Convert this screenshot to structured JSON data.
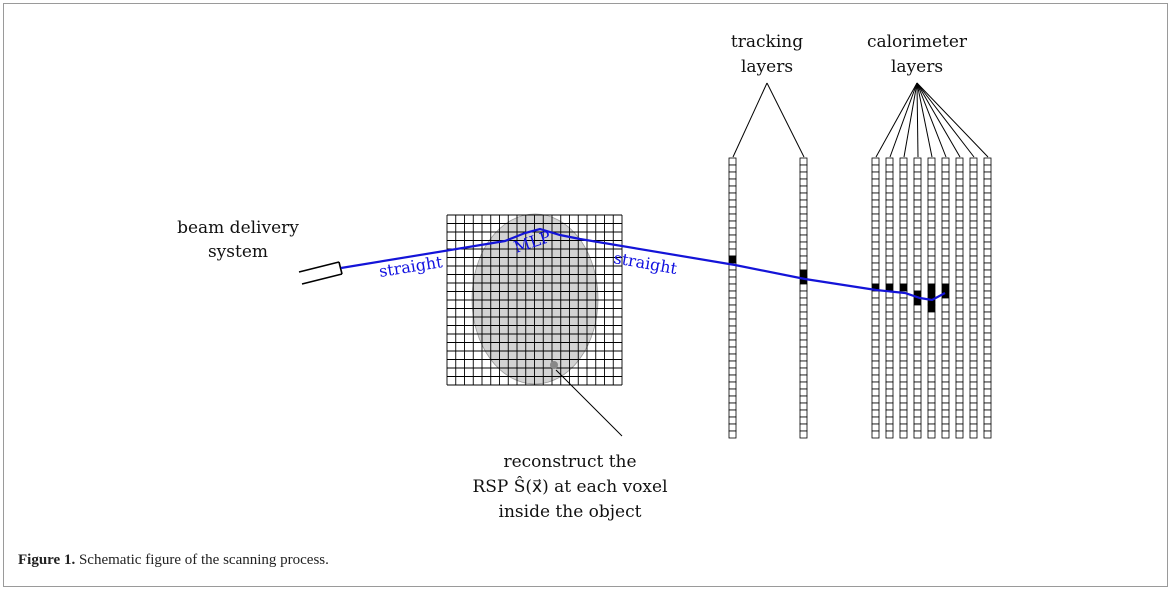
{
  "labels": {
    "beam_line1": "beam delivery",
    "beam_line2": "system",
    "tracking_line1": "tracking",
    "tracking_line2": "layers",
    "calorimeter_line1": "calorimeter",
    "calorimeter_line2": "layers",
    "straight_left": "straight",
    "mlp": "MLP",
    "straight_right": "straight",
    "recon_line1": "reconstruct the",
    "recon_line2": "RSP Ŝ(x⃗) at each voxel",
    "recon_line3": "inside the object"
  },
  "caption": {
    "label": "Figure 1.",
    "text": " Schematic figure of the scanning process."
  },
  "colors": {
    "path": "#1414d8",
    "object_fill": "#d3d3d3",
    "hit": "#000000"
  }
}
